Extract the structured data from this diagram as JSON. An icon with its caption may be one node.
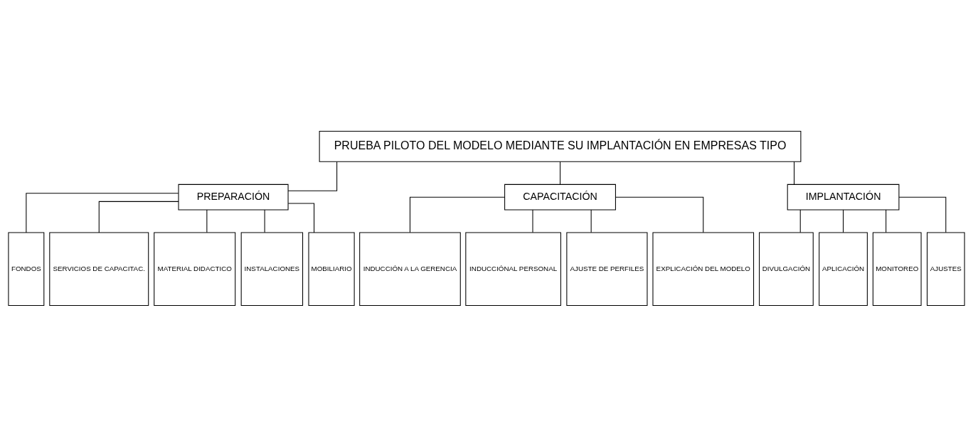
{
  "diagram": {
    "nodes": [
      {
        "text": [
          "PRUEBA PILOTO DEL MODELO MEDIANTE SU IMPLANTACIÓN EN EMPRESAS TIPO"
        ]
      },
      {
        "text": [
          "PREPARACIÓN"
        ]
      },
      {
        "text": [
          "CAPACITACIÓN"
        ]
      },
      {
        "text": [
          "IMPLANTACIÓN"
        ]
      },
      {
        "text": [
          "FONDOS"
        ]
      },
      {
        "text": [
          "SERVICIOS DE CAPACITAC."
        ]
      },
      {
        "text": [
          "MATERIAL DIDACTICO"
        ]
      },
      {
        "text": [
          "INSTALACIONES"
        ]
      },
      {
        "text": [
          "MOBILIARIO"
        ]
      },
      {
        "text": [
          "INDUCCIÓN A LA GERENCIA"
        ]
      },
      {
        "text": [
          "INDUCCIÓNAL PERSONAL"
        ]
      },
      {
        "text": [
          "AJUSTE DE PERFILES"
        ]
      },
      {
        "text": [
          "EXPLICACIÓN DEL MODELO"
        ]
      },
      {
        "text": [
          "DIVULGACIÓN"
        ]
      },
      {
        "text": [
          "APLICACIÓN"
        ]
      },
      {
        "text": [
          "MONITOREO"
        ]
      },
      {
        "text": [
          "AJUSTES"
        ]
      }
    ],
    "edges": [
      {
        "from": 0,
        "to": 1,
        "arrow": "none"
      },
      {
        "from": 0,
        "to": 2,
        "arrow": "none"
      },
      {
        "from": 0,
        "to": 3,
        "arrow": "none"
      },
      {
        "from": 1,
        "to": 4,
        "arrow": "none"
      },
      {
        "from": 1,
        "to": 5,
        "arrow": "none"
      },
      {
        "from": 1,
        "to": 6,
        "arrow": "none"
      },
      {
        "from": 1,
        "to": 7,
        "arrow": "none"
      },
      {
        "from": 1,
        "to": 8,
        "arrow": "none"
      },
      {
        "from": 2,
        "to": 9,
        "arrow": "none"
      },
      {
        "from": 2,
        "to": 10,
        "arrow": "none"
      },
      {
        "from": 2,
        "to": 11,
        "arrow": "none"
      },
      {
        "from": 2,
        "to": 12,
        "arrow": "none"
      },
      {
        "from": 3,
        "to": 13,
        "arrow": "none"
      },
      {
        "from": 3,
        "to": 14,
        "arrow": "none"
      },
      {
        "from": 3,
        "to": 15,
        "arrow": "none"
      },
      {
        "from": 3,
        "to": 16,
        "arrow": "none"
      }
    ]
  }
}
